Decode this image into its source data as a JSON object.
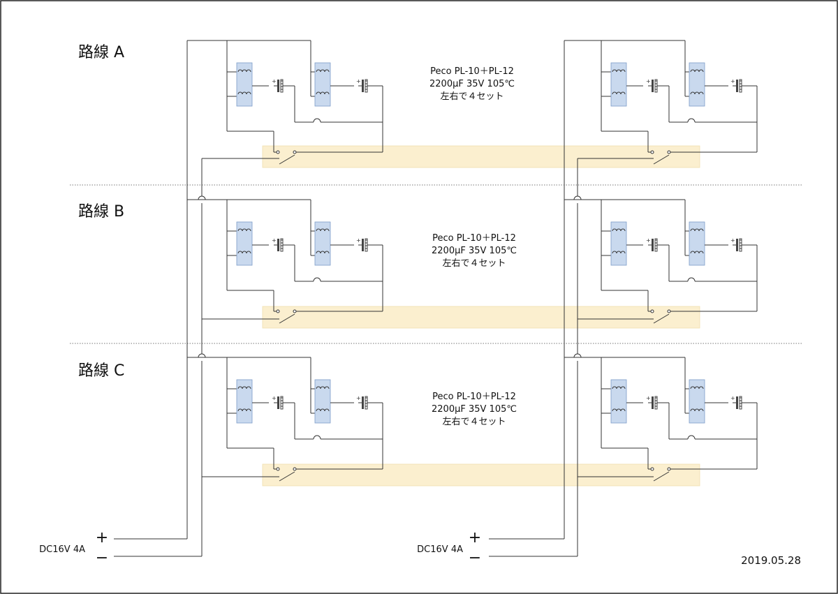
{
  "routes": [
    {
      "title": "路線 A"
    },
    {
      "title": "路線 B"
    },
    {
      "title": "路線 C"
    }
  ],
  "circuit_note": {
    "line1": "Peco PL-10＋PL-12",
    "line2": "2200μF 35V 105℃",
    "line3": "左右で４セット"
  },
  "power_supply": {
    "label": "DC16V 4A",
    "plus": "+",
    "minus": "−"
  },
  "date": "2019.05.28",
  "colors": {
    "wire": "#333333",
    "coil_fill": "#c9d9ee",
    "coil_stroke": "#7d9cc8",
    "switch_zone": "#fbefcf",
    "divider": "#777777",
    "border": "#222222"
  }
}
